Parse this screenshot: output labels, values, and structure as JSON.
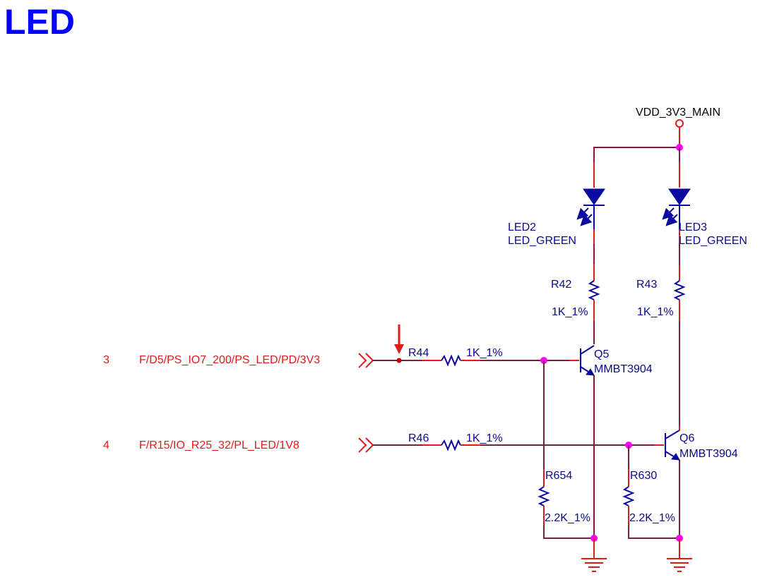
{
  "title": "LED",
  "power": {
    "rail": "VDD_3V3_MAIN"
  },
  "nets": [
    {
      "pin": "3",
      "name": "F/D5/PS_IO7_200/PS_LED/PD/3V3"
    },
    {
      "pin": "4",
      "name": "F/R15/IO_R25_32/PL_LED/1V8"
    }
  ],
  "leds": [
    {
      "ref": "LED2",
      "value": "LED_GREEN"
    },
    {
      "ref": "LED3",
      "value": "LED_GREEN"
    }
  ],
  "resistors": [
    {
      "ref": "R42",
      "value": "1K_1%"
    },
    {
      "ref": "R43",
      "value": "1K_1%"
    },
    {
      "ref": "R44",
      "value": "1K_1%"
    },
    {
      "ref": "R46",
      "value": "1K_1%"
    },
    {
      "ref": "R654",
      "value": "2.2K_1%"
    },
    {
      "ref": "R630",
      "value": "2.2K_1%"
    }
  ],
  "transistors": [
    {
      "ref": "Q5",
      "value": "MMBT3904"
    },
    {
      "ref": "Q6",
      "value": "MMBT3904"
    }
  ],
  "colors": {
    "title": "#0000ff",
    "wire": "#7b1f3a",
    "pin": "#e01b1b",
    "component": "#0a0aa0",
    "junction": "#ff00ff"
  }
}
